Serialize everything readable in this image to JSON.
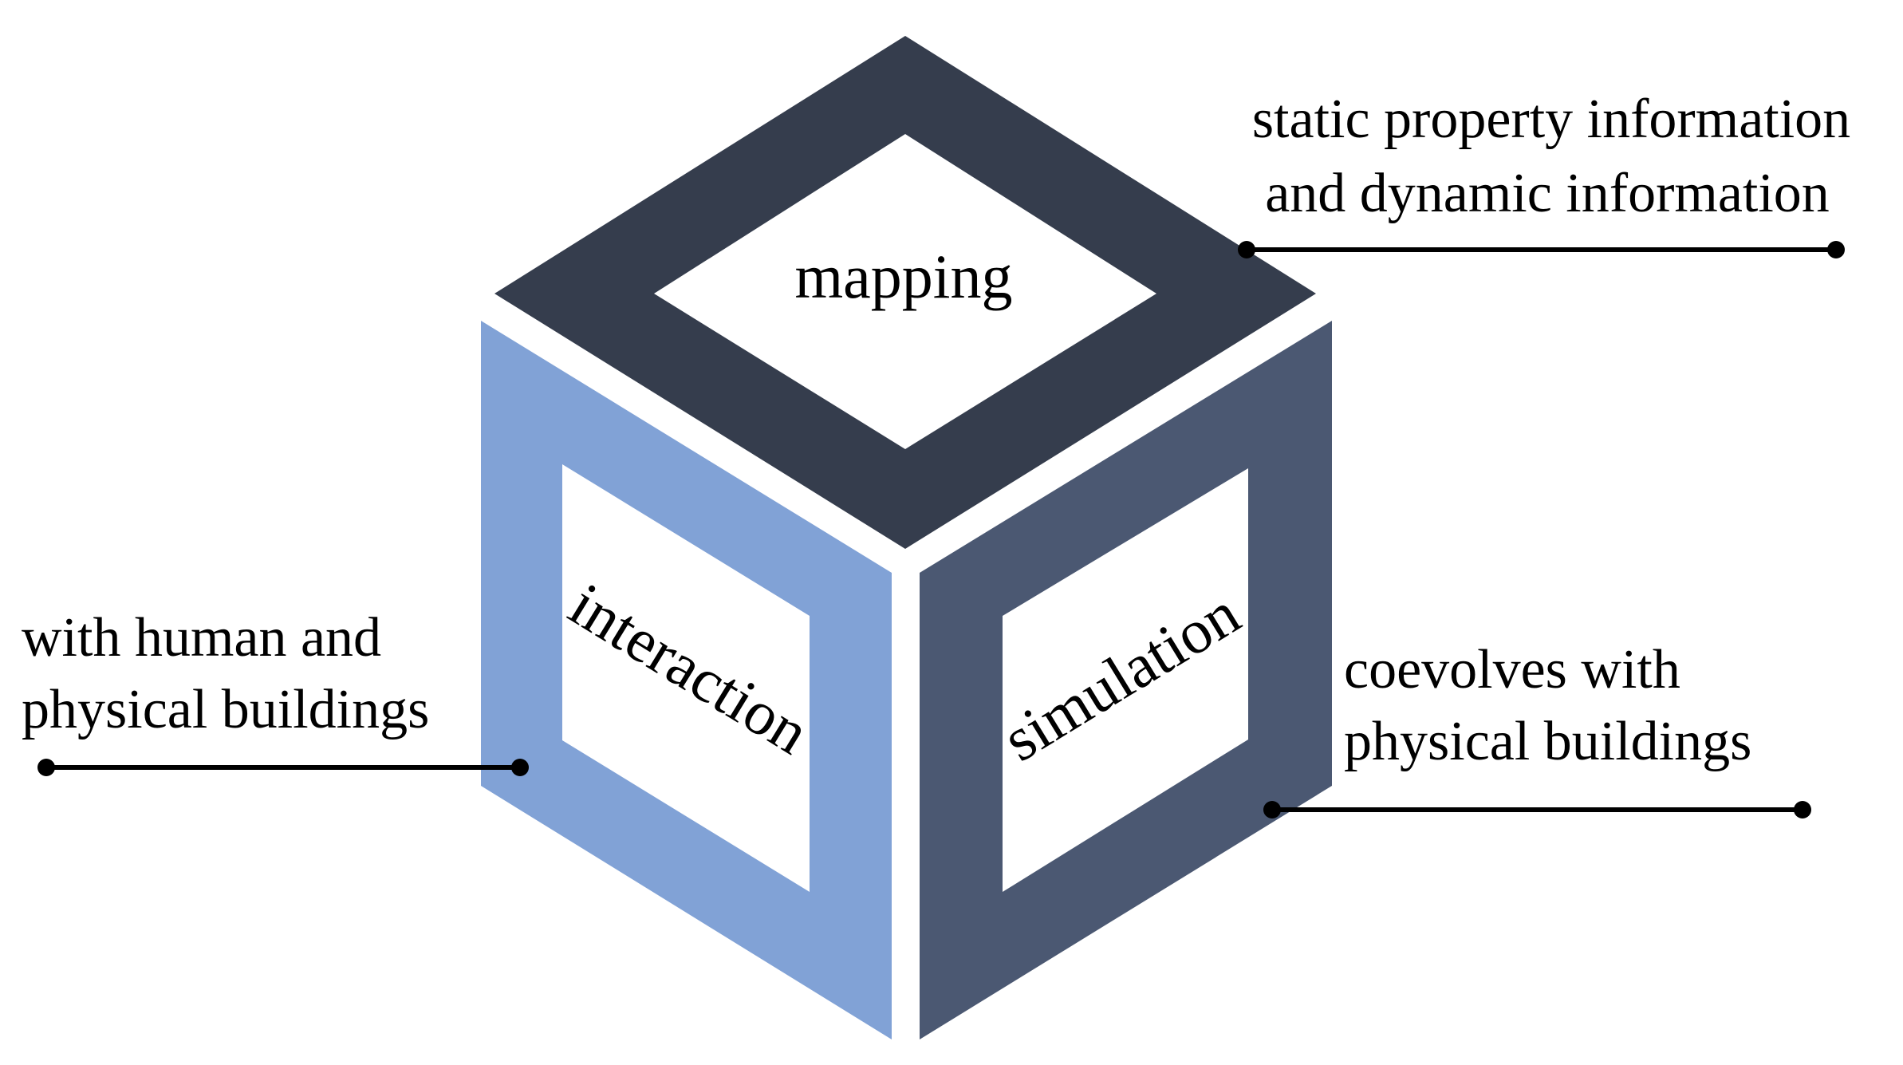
{
  "cube": {
    "top": {
      "label": "mapping",
      "color": "#353d4d"
    },
    "left": {
      "label": "interaction",
      "color": "#81a2d6"
    },
    "right": {
      "label": "simulation",
      "color": "#4b5872"
    },
    "inner_color": "#ffffff"
  },
  "callouts": {
    "top_right": {
      "lines": [
        "static property information",
        "and dynamic information"
      ]
    },
    "left": {
      "lines": [
        "with human and",
        "physical buildings"
      ]
    },
    "bottom_right": {
      "lines": [
        "coevolves with",
        "physical buildings"
      ]
    }
  }
}
